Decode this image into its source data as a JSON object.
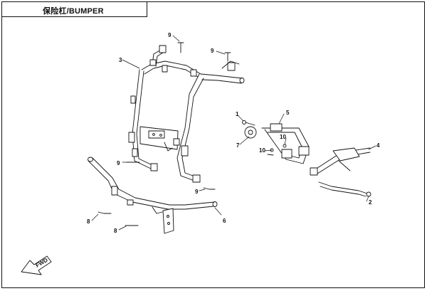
{
  "title": "保险杠/BUMPER",
  "fwd_label": "FWD",
  "callouts": [
    "1",
    "2",
    "3",
    "4",
    "5",
    "6",
    "7",
    "8",
    "8",
    "9",
    "9",
    "9",
    "9",
    "10",
    "10"
  ],
  "colors": {
    "line": "#111111",
    "background": "#ffffff"
  }
}
